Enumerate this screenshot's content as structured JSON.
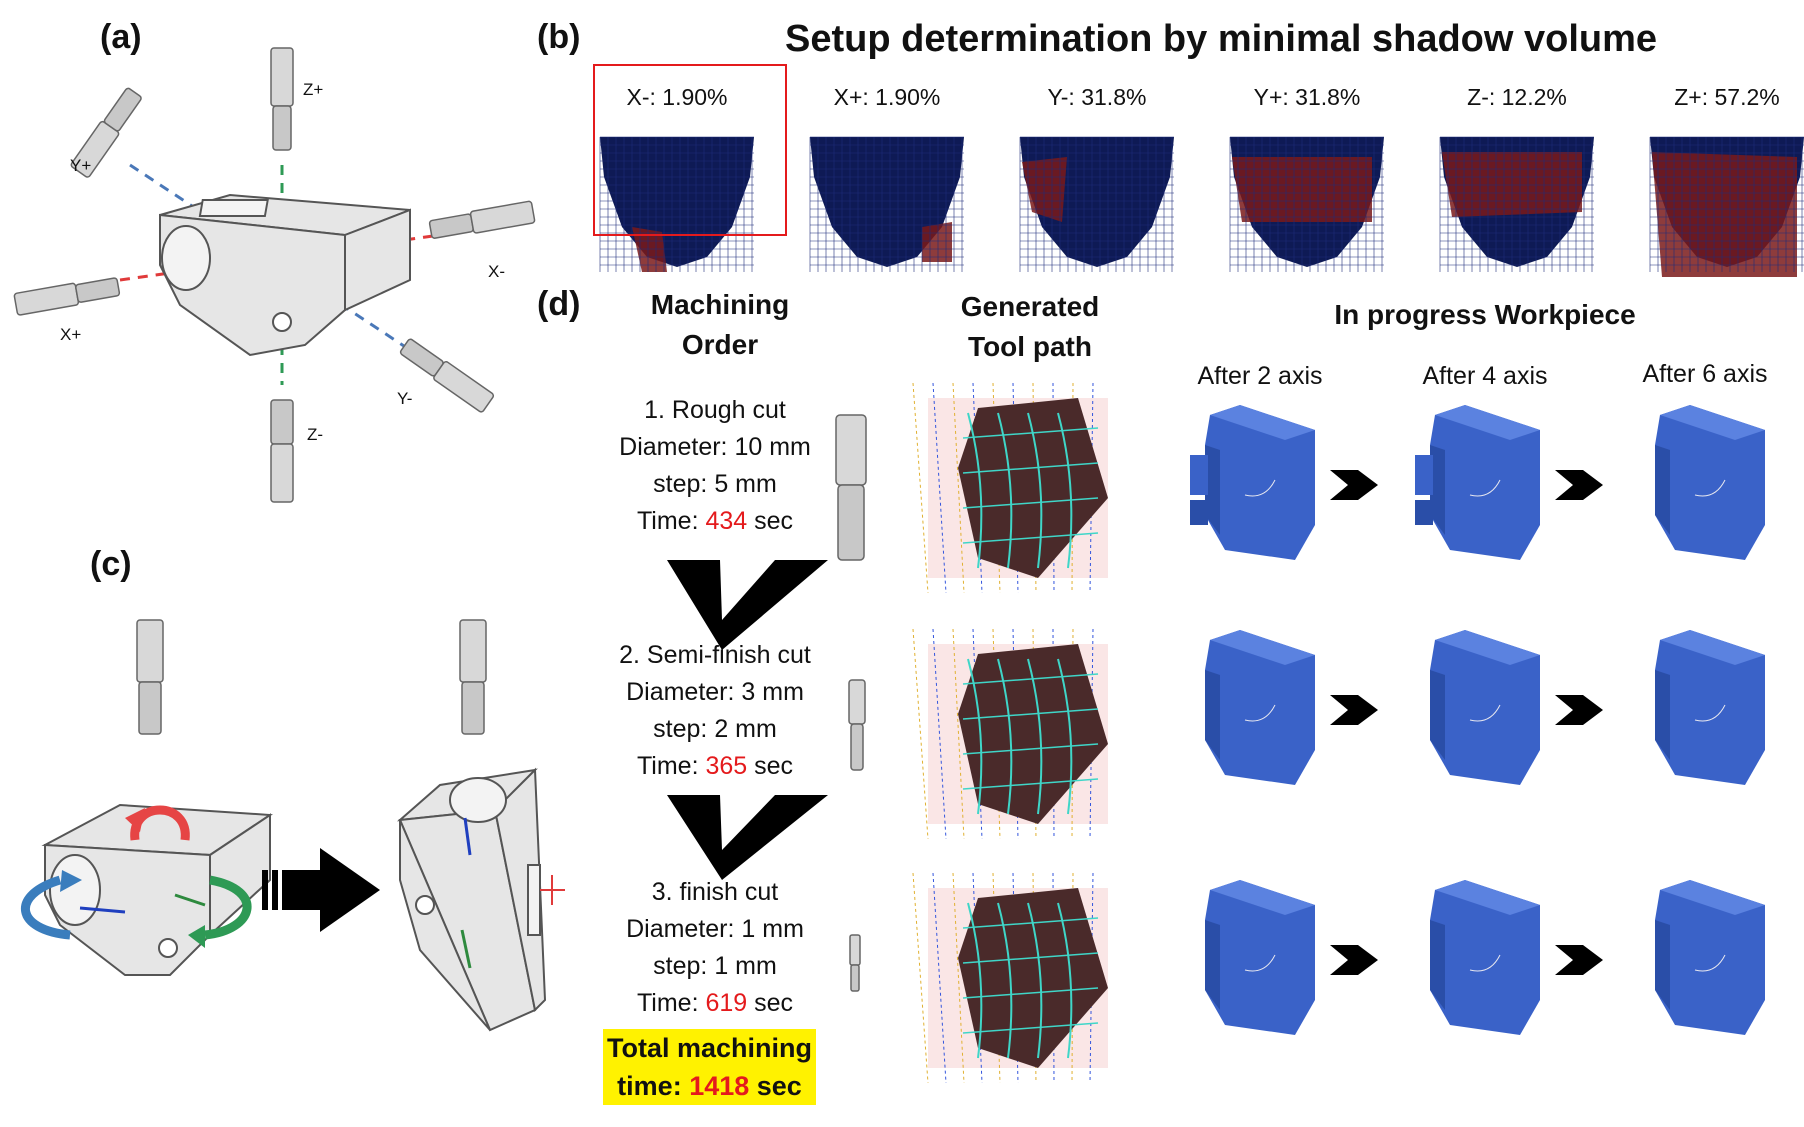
{
  "panels": {
    "a": "(a)",
    "b": "(b)",
    "c": "(c)",
    "d": "(d)"
  },
  "panel_a": {
    "axes": [
      "Z+",
      "Y+",
      "X-",
      "X+",
      "Y-",
      "Z-"
    ]
  },
  "panel_b": {
    "title": "Setup determination by minimal shadow volume",
    "shadows": [
      {
        "label": "X-: 1.90%",
        "selected": true
      },
      {
        "label": "X+: 1.90%",
        "selected": false
      },
      {
        "label": "Y-: 31.8%",
        "selected": false
      },
      {
        "label": "Y+: 31.8%",
        "selected": false
      },
      {
        "label": "Z-: 12.2%",
        "selected": false
      },
      {
        "label": "Z+: 57.2%",
        "selected": false
      }
    ]
  },
  "panel_d": {
    "machining_order": {
      "line1": "Machining",
      "line2": "Order"
    },
    "tool_path": {
      "line1": "Generated",
      "line2": "Tool path"
    },
    "in_progress": "In progress Workpiece",
    "after": [
      "After 2 axis",
      "After 4 axis",
      "After 6 axis"
    ],
    "steps": [
      {
        "name": "1. Rough cut",
        "diameter": "Diameter: 10 mm",
        "step": "step: 5 mm",
        "time_prefix": "Time: ",
        "time": "434",
        "time_suffix": " sec"
      },
      {
        "name": "2. Semi-finish cut",
        "diameter": "Diameter: 3 mm",
        "step": "step: 2 mm",
        "time_prefix": "Time: ",
        "time": "365",
        "time_suffix": " sec"
      },
      {
        "name": "3. finish cut",
        "diameter": "Diameter: 1 mm",
        "step": "step: 1 mm",
        "time_prefix": "Time: ",
        "time": "619",
        "time_suffix": " sec"
      }
    ],
    "total": {
      "line1": "Total machining",
      "prefix": "time: ",
      "value": "1418",
      "suffix": " sec"
    }
  },
  "colors": {
    "voxel_blue": "#0e1a55",
    "shadow_red": "#7a1a1a",
    "workpiece_blue": "#3a62c8",
    "highlight_yellow": "#fff200",
    "time_red": "#e41a1c",
    "select_box": "#e41a1c"
  }
}
